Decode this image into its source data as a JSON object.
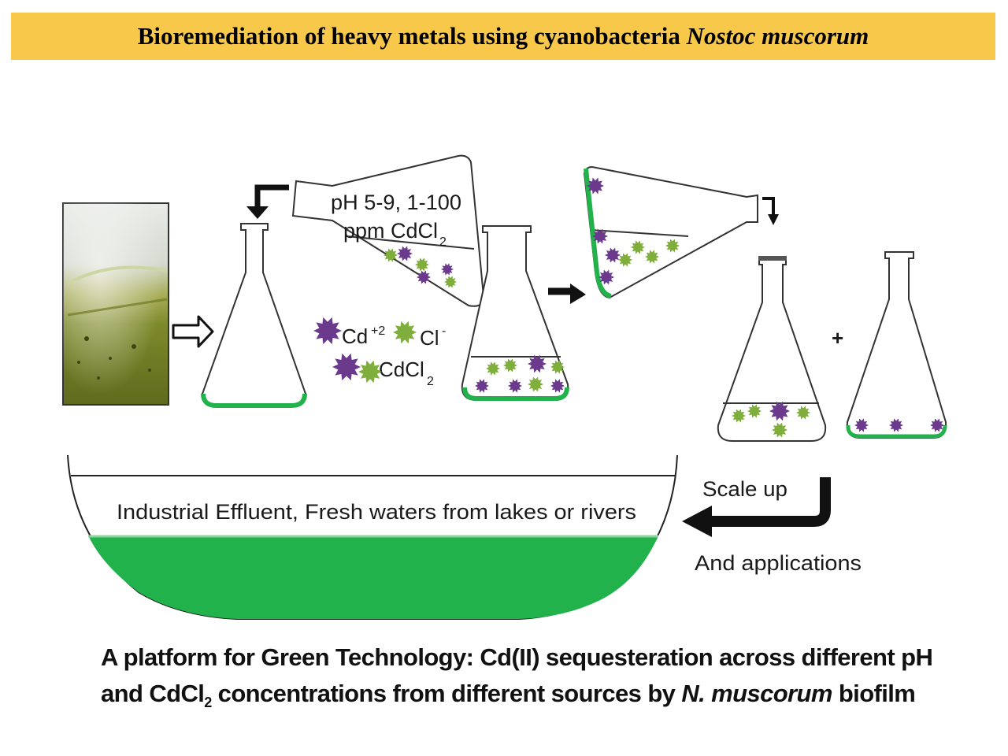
{
  "banner": {
    "title_plain": "Bioremediation of heavy metals using cyanobacteria ",
    "title_italic": "Nostoc muscorum"
  },
  "flask_label": {
    "line1": "pH 5-9, 1-100",
    "line2_main": "ppm CdCl",
    "line2_sub": "2"
  },
  "legend": {
    "cd_ion": "Cd",
    "cd_charge": "+2",
    "cl_ion": "Cl",
    "cl_charge": "-",
    "cdcl2_main": "CdCl",
    "cdcl2_sub": "2"
  },
  "plus_sign": "+",
  "scale_up": {
    "label_top": "Scale up",
    "label_bottom": "And applications"
  },
  "basin": {
    "label": "Industrial Effluent, Fresh waters from lakes or rivers"
  },
  "caption": {
    "line1": "A platform for Green Technology: Cd(II) sequesteration across different pH",
    "line2_a": "and CdCl",
    "line2_sub": "2",
    "line2_b": " concentrations from different sources by ",
    "line2_italic": "N. muscorum",
    "line2_c": " biofilm"
  },
  "colors": {
    "banner": "#f7c84a",
    "biofilm_green": "#22b24c",
    "cadmium_purple": "#6b3a8c",
    "chloride_green": "#7fae3c"
  }
}
